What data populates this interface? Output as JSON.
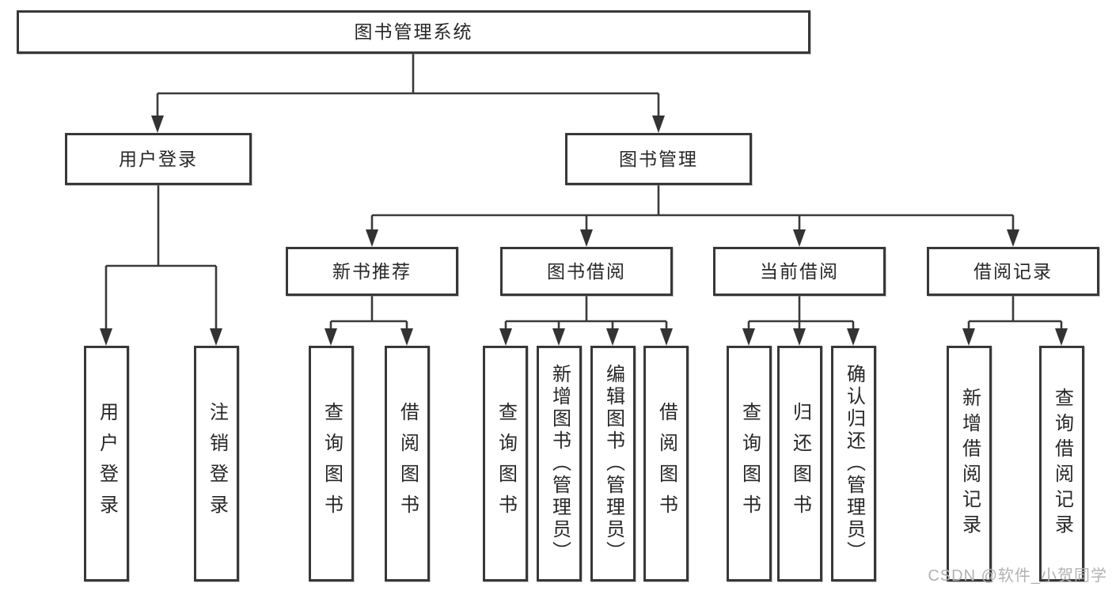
{
  "diagram": {
    "root": {
      "label": "图书管理系统"
    },
    "user_login": {
      "label": "用户登录",
      "children": [
        {
          "label": "用户登录"
        },
        {
          "label": "注销登录"
        }
      ]
    },
    "book_mgmt": {
      "label": "图书管理",
      "sections": [
        {
          "label": "新书推荐",
          "children": [
            {
              "label": "查询图书"
            },
            {
              "label": "借阅图书"
            }
          ]
        },
        {
          "label": "图书借阅",
          "children": [
            {
              "label": "查询图书"
            },
            {
              "label": "新增图书（管理员）"
            },
            {
              "label": "编辑图书（管理员）"
            },
            {
              "label": "借阅图书"
            }
          ]
        },
        {
          "label": "当前借阅",
          "children": [
            {
              "label": "查询图书"
            },
            {
              "label": "归还图书"
            },
            {
              "label": "确认归还（管理员）"
            }
          ]
        },
        {
          "label": "借阅记录",
          "children": [
            {
              "label": "新增借阅记录"
            },
            {
              "label": "查询借阅记录"
            }
          ]
        }
      ]
    }
  },
  "watermark": {
    "text": "CSDN @软件_小贺同学"
  },
  "colors": {
    "line": "#3a3a3a",
    "border": "#383838",
    "text": "#272727",
    "watermark": "#b2b2b2",
    "background": "#ffffff"
  }
}
